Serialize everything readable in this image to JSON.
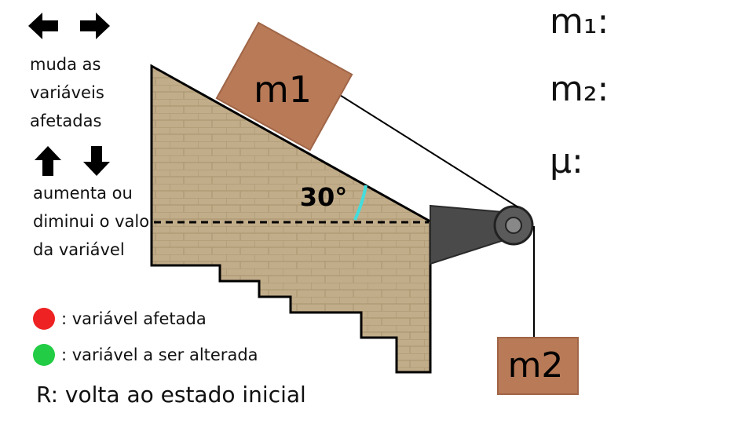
{
  "controls": {
    "lr_help": "muda as variáveis afetadas",
    "ud_help": "aumenta ou diminui o valor da variável",
    "reset_help": "R: volta ao estado inicial"
  },
  "legend": [
    {
      "color": "#ee2222",
      "text": ": variável afetada"
    },
    {
      "color": "#22cc44",
      "text": ": variável a ser alterada"
    }
  ],
  "readouts": {
    "m1": "m₁:",
    "m2": "m₂:",
    "mu": "μ:"
  },
  "scene": {
    "angle_label": "30°",
    "block1_label": "m1",
    "block2_label": "m2",
    "colors": {
      "block": "#b87a57",
      "incline": "#c2ad8a",
      "angle_arc": "#44dddd"
    }
  }
}
